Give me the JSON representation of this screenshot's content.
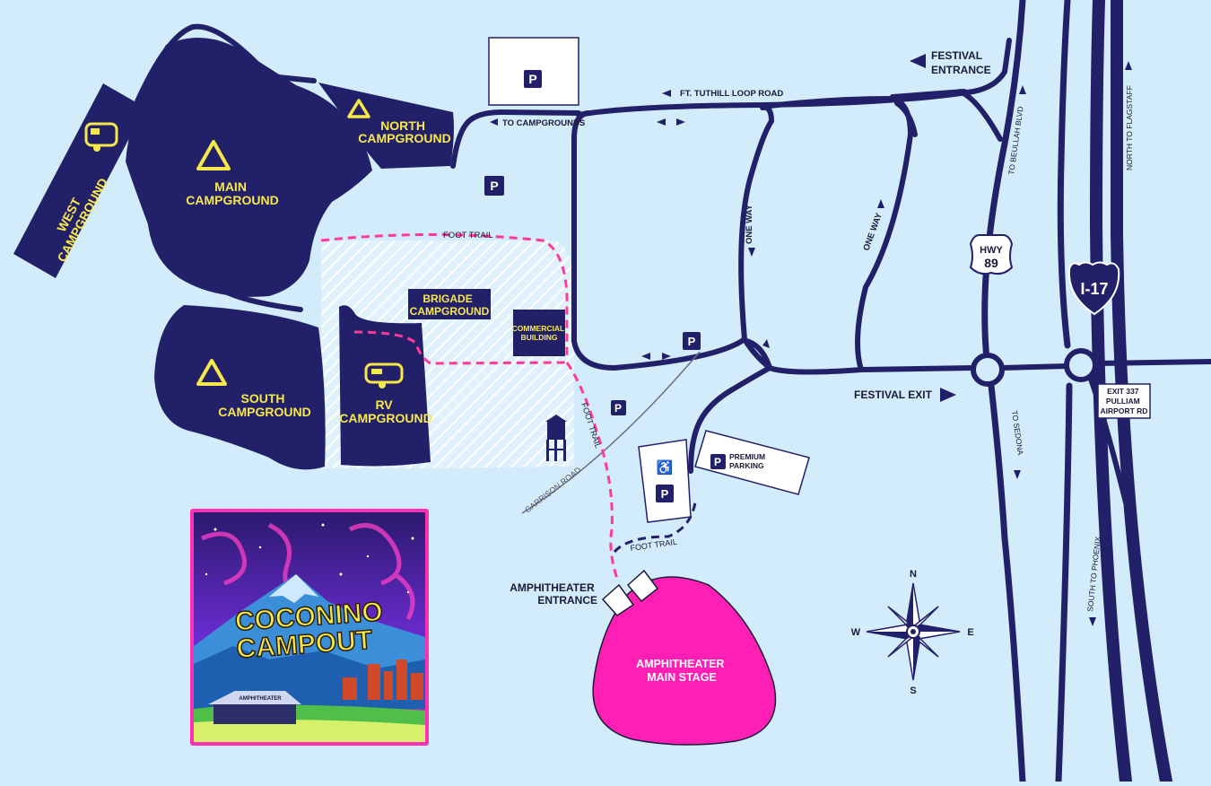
{
  "colors": {
    "water": "#d3ecfb",
    "road": "#23206a",
    "camp_fill": "#23206a",
    "camp_text": "#f7e84a",
    "stage": "#ff1fb4",
    "trail": "#ff3a9a"
  },
  "campgrounds": {
    "west": [
      "WEST",
      "CAMPGROUND"
    ],
    "main": [
      "MAIN",
      "CAMPGROUND"
    ],
    "north": [
      "NORTH",
      "CAMPGROUND"
    ],
    "south": [
      "SOUTH",
      "CAMPGROUND"
    ],
    "rv": [
      "RV",
      "CAMPGROUND"
    ],
    "brigade": [
      "BRIGADE",
      "CAMPGROUND"
    ]
  },
  "buildings": {
    "commercial": [
      "COMMERCIAL",
      "BUILDING"
    ]
  },
  "parking": {
    "symbol": "P",
    "premium": [
      "PREMIUM",
      "PARKING"
    ],
    "accessible_icon": "wheelchair-icon"
  },
  "roads": {
    "loop_road": "FT. TUTHILL LOOP ROAD",
    "to_campgrounds": "TO CAMPGROUNDS",
    "one_way": "ONE WAY",
    "garrison": "GARRISON ROAD",
    "beulah": "TO BEULLAH BLVD",
    "flagstaff": "NORTH TO FLAGSTAFF",
    "sedona": "TO SEDONA",
    "phoenix": "SOUTH TO PHOENIX",
    "hwy_shield": [
      "HWY",
      "89"
    ],
    "interstate": "I-17",
    "exit_sign": [
      "EXIT 337",
      "PULLIAM",
      "AIRPORT RD"
    ]
  },
  "trails": {
    "foot_trail": "FOOT TRAIL"
  },
  "labels": {
    "festival_entrance": [
      "FESTIVAL",
      "ENTRANCE"
    ],
    "festival_exit": "FESTIVAL EXIT",
    "amphitheater_entrance": [
      "AMPHITHEATER",
      "ENTRANCE"
    ],
    "main_stage": [
      "AMPHITHEATER",
      "MAIN STAGE"
    ]
  },
  "compass": {
    "n": "N",
    "s": "S",
    "e": "E",
    "w": "W"
  },
  "poster": {
    "title": [
      "COCONINO",
      "CAMPOUT"
    ],
    "venue": "AMPHITHEATER"
  }
}
